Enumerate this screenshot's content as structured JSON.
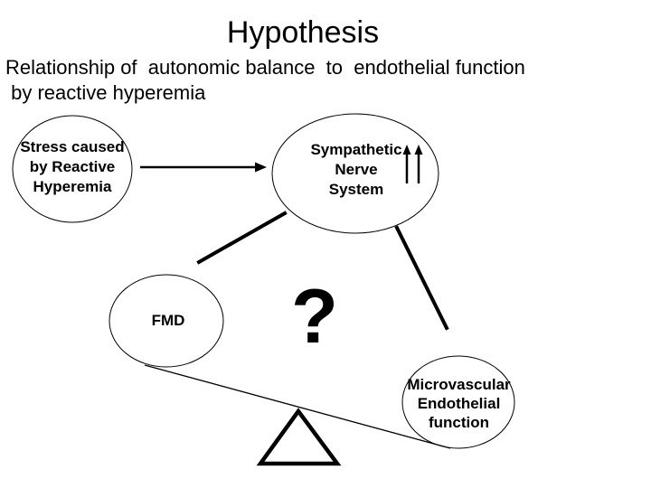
{
  "slide": {
    "title": "Hypothesis",
    "subtitle": "Relationship of  autonomic balance  to  endothelial function\n by reactive hyperemia"
  },
  "nodes": {
    "stress": {
      "label": "Stress caused\nby Reactive\nHyperemia"
    },
    "sympathetic": {
      "label": "Sympathetic\nNerve\nSystem"
    },
    "fmd": {
      "label": "FMD"
    },
    "microvascular": {
      "label": "Microvascular\nEndothelial\nfunction"
    }
  },
  "annotations": {
    "question_mark": "?"
  },
  "icons": {
    "increase-arrows-icon": "↑↑"
  },
  "connectors": [
    {
      "from": "stress-node",
      "to": "sympathetic-node",
      "style": "thin-arrow-right"
    },
    {
      "from": "sympathetic-node",
      "to": "fmd-node",
      "style": "thick-line-down-left"
    },
    {
      "from": "sympathetic-node",
      "to": "microvascular-node",
      "style": "thick-line-down-right"
    },
    {
      "from": "fmd-node",
      "to": "microvascular-node",
      "style": "seesaw-beam-over-fulcrum"
    }
  ],
  "colors": {
    "ink": "#000000",
    "background": "#ffffff"
  }
}
